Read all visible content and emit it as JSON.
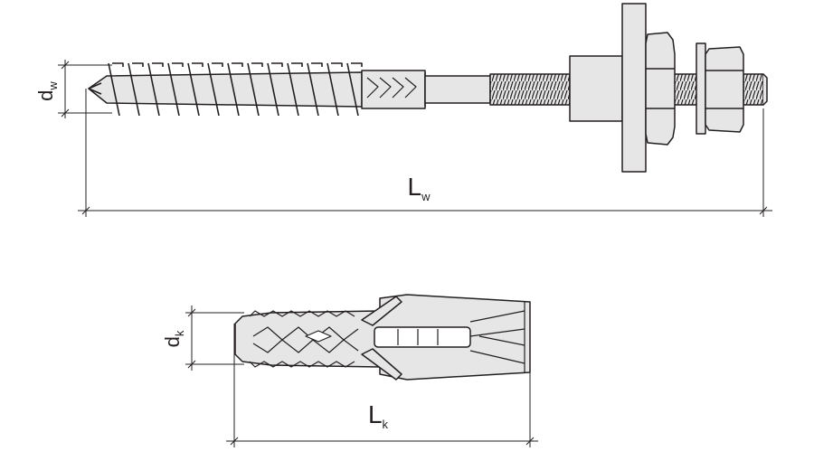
{
  "colors": {
    "ink": "#231f20",
    "fill": "#e6e6e6",
    "paper": "#ffffff"
  },
  "screw_anchor": {
    "diameter_label": {
      "main": "d",
      "sub": "w"
    },
    "length_label": {
      "main": "L",
      "sub": "w"
    }
  },
  "plastic_plug": {
    "diameter_label": {
      "main": "d",
      "sub": "k"
    },
    "length_label": {
      "main": "L",
      "sub": "k"
    }
  }
}
